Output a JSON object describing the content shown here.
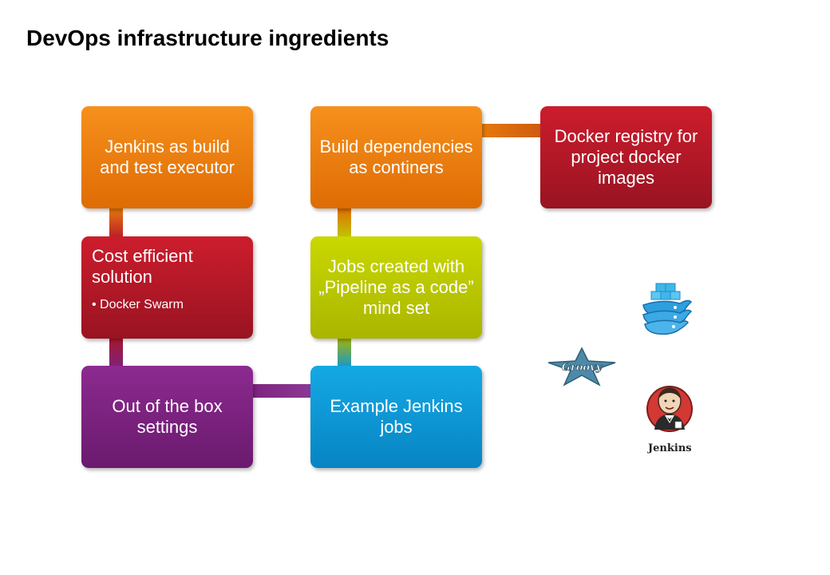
{
  "title": "DevOps infrastructure ingredients",
  "boxes": {
    "jenkins_executor": "Jenkins as build and test executor",
    "cost_efficient": "Cost efficient solution",
    "cost_bullet": "• Docker Swarm",
    "out_of_box": "Out of the box settings",
    "build_deps": "Build dependencies as continers",
    "docker_registry": "Docker registry for project docker images",
    "jobs_created": "Jobs created with „Pipeline as a code” mind set",
    "example_jobs": "Example Jenkins jobs"
  },
  "logos": {
    "docker": "docker-logo",
    "groovy": "groovy-logo",
    "groovy_text": "Groovy",
    "jenkins": "jenkins-logo",
    "jenkins_text": "Jenkins"
  },
  "colors": {
    "orange": "#f08519",
    "red": "#b8182a",
    "purple": "#7d237f",
    "lime": "#bfcc00",
    "blue": "#0e97d6"
  }
}
